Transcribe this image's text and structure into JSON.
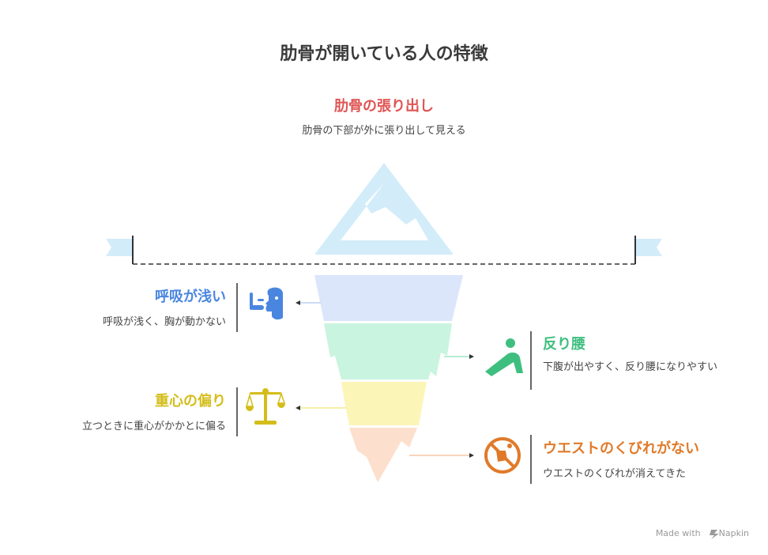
{
  "title": "肋骨が開いている人の特徴",
  "top_item": {
    "heading": "肋骨の張り出し",
    "description": "肋骨の下部が外に張り出して見える",
    "color": "#e05454",
    "icon": "mountain-peak-icon"
  },
  "items": [
    {
      "heading": "呼吸が浅い",
      "description": "呼吸が浅く、胸が動かない",
      "color": "#4a86e0",
      "icon": "breathing-face-icon"
    },
    {
      "heading": "反り腰",
      "description": "下腹が出やすく、反り腰になりやすい",
      "color": "#3fbf7f",
      "icon": "arched-back-person-icon"
    },
    {
      "heading": "重心の偏り",
      "description": "立つときに重心がかかとに偏る",
      "color": "#d4bd1a",
      "icon": "balance-scale-icon"
    },
    {
      "heading": "ウエストのくびれがない",
      "description": "ウエストのくびれが消えてきた",
      "color": "#e07a2a",
      "icon": "no-waist-icon"
    }
  ],
  "footer": {
    "prefix": "Made with",
    "brand": "Napkin",
    "icon": "napkin-logo-icon"
  }
}
